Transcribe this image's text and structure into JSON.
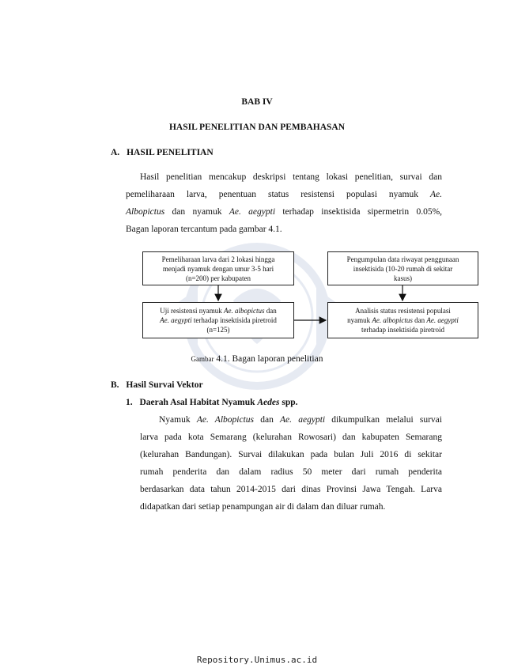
{
  "chapter": {
    "number": "BAB IV",
    "title": "HASIL PENELITIAN DAN PEMBAHASAN"
  },
  "section_a": {
    "label": "A.",
    "title": "HASIL PENELITIAN"
  },
  "intro_paragraph": {
    "line1": "Hasil penelitian mencakup deskripsi tentang lokasi penelitian, survai dan",
    "line2": "pemeliharaan larva, penentuan status resistensi populasi nyamuk",
    "line2_italic": "Ae.",
    "line3_italic1": "Albopictus",
    "line3_a": "dan nyamuk",
    "line3_italic2": "Ae. aegypti",
    "line3_b": "terhadap insektisida sipermetrin 0.05%,",
    "line4": "Bagan laporan tercantum pada gambar 4.1."
  },
  "diagram": {
    "box1": {
      "line1": "Pemeliharaan larva dari 2 lokasi hingga",
      "line2": "menjadi nyamuk dengan umur 3-5 hari",
      "line3": "(n=200) per kabupaten"
    },
    "box2": {
      "line1": "Pengumpulan data riwayat penggunaan",
      "line2": "insektisida (10-20 rumah di sekitar",
      "line3": "kasus)"
    },
    "box3": {
      "line1_a": "Uji resistensi nyamuk",
      "line1_italic": "Ae. albopictus",
      "line1_b": "dan",
      "line2_italic": "Ae. aegypti",
      "line2_b": "terhadap insektisida piretroid",
      "line3": "(n=125)"
    },
    "box4": {
      "line1": "Analisis status resistensi populasi",
      "line2_a": "nyamuk",
      "line2_italic1": "Ae. albopictus",
      "line2_b": "dan",
      "line2_italic2": "Ae. aegypti",
      "line3": "terhadap insektisida piretroid"
    }
  },
  "figure_caption": {
    "prefix": "Gambar",
    "text": "4.1. Bagan laporan penelitian"
  },
  "section_b": {
    "label": "B.",
    "title": "Hasil Survai Vektor"
  },
  "subsection_b1": {
    "label": "1.",
    "title_a": "Daerah Asal Habitat Nyamuk",
    "title_italic": "Aedes",
    "title_b": "spp."
  },
  "body_paragraph": {
    "line1_a": "Nyamuk",
    "line1_italic1": "Ae. Albopictus",
    "line1_b": "dan",
    "line1_italic2": "Ae. aegypti",
    "line1_c": "dikumpulkan melalui survai",
    "line2": "larva pada kota Semarang (kelurahan Rowosari) dan kabupaten Semarang",
    "line3": "(kelurahan Bandungan). Survai dilakukan pada bulan Juli 2016 di sekitar",
    "line4": "rumah penderita dan dalam radius 50 meter dari rumah penderita",
    "line5": "berdasarkan data tahun 2014-2015 dari dinas Provinsi Jawa Tengah. Larva",
    "line6": "didapatkan dari setiap penampungan air di dalam dan diluar rumah."
  },
  "footer": {
    "text": "Repository.Unimus.ac.id"
  }
}
